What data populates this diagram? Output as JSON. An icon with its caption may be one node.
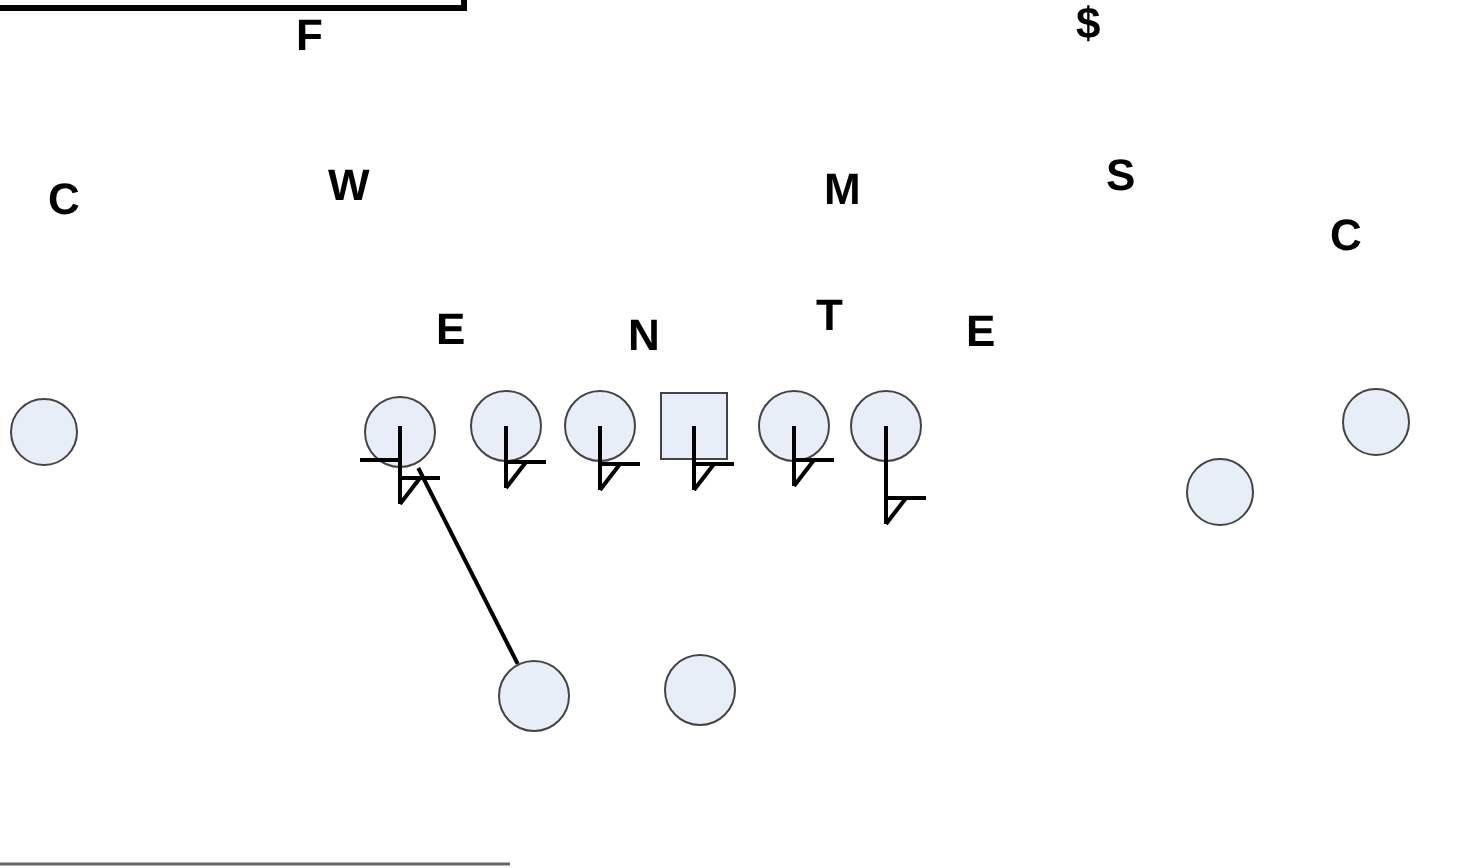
{
  "diagram": {
    "nodes": [
      {
        "text": [],
        "shape": "circle"
      },
      {
        "text": [],
        "shape": "circle"
      },
      {
        "text": [],
        "shape": "circle"
      },
      {
        "text": [],
        "shape": "circle"
      },
      {
        "text": [],
        "shape": "box"
      },
      {
        "text": [],
        "shape": "circle"
      },
      {
        "text": [],
        "shape": "circle"
      },
      {
        "text": [],
        "shape": "circle"
      },
      {
        "text": [],
        "shape": "circle"
      },
      {
        "text": [],
        "shape": "circle"
      },
      {
        "text": [],
        "shape": "circle"
      }
    ],
    "edges": [
      {
        "from": 9,
        "to": 1,
        "arrow": "none"
      }
    ],
    "labels": [
      "F",
      "$",
      "C",
      "W",
      "M",
      "S",
      "C",
      "E",
      "N",
      "T",
      "E"
    ]
  }
}
